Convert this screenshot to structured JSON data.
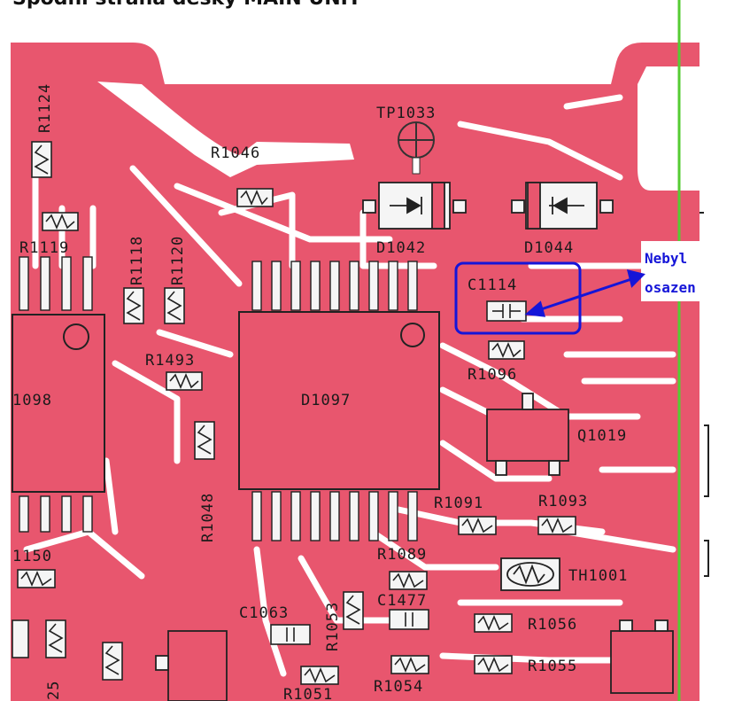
{
  "title": "Spodní strana desky MAIN UNIT",
  "annotation": {
    "text_line1": "Nebyl",
    "text_line2": "osazen",
    "color": "#1515d8"
  },
  "colors": {
    "board": "#e8566e",
    "background": "#ffffff",
    "guide_line": "#55cc33",
    "highlight": "#1515d8"
  },
  "components": {
    "TP1033": "TP1033",
    "R1046": "R1046",
    "R1124": "R1124",
    "R1119": "R1119",
    "R1118": "R1118",
    "R1120": "R1120",
    "D1042": "D1042",
    "D1044": "D1044",
    "C1114": "C1114",
    "R1096": "R1096",
    "R1493": "R1493",
    "IC1098": "1098",
    "D1097": "D1097",
    "Q1019": "Q1019",
    "R1048": "R1048",
    "R1091": "R1091",
    "R1093": "R1093",
    "R1089": "R1089",
    "TH1001": "TH1001",
    "R1150": "1150",
    "R1053": "R1053",
    "C1477": "C1477",
    "C1063": "C1063",
    "R1056": "R1056",
    "R1055": "R1055",
    "R1051": "R1051",
    "R1054": "R1054",
    "R25": "25"
  }
}
